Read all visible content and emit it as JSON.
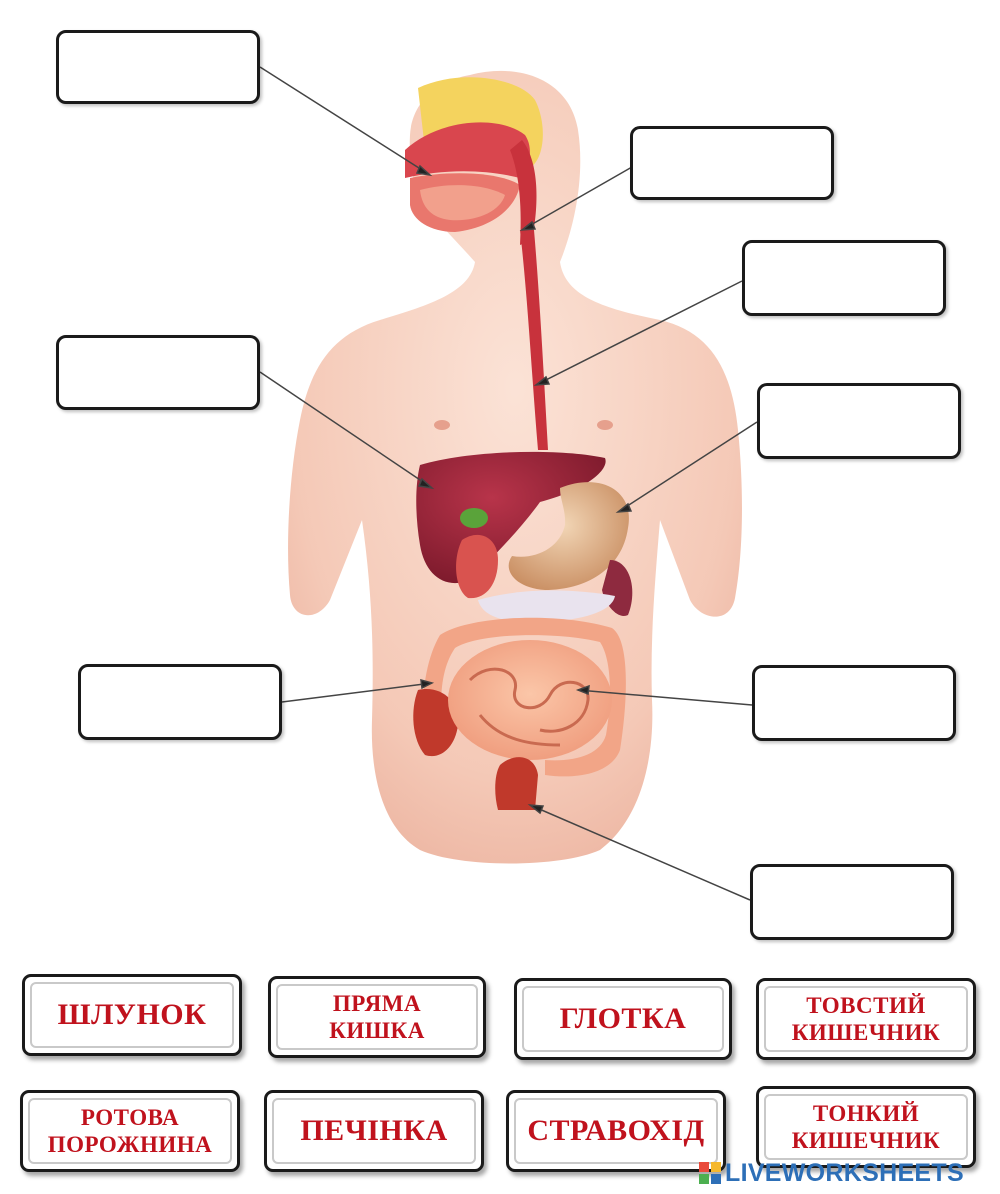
{
  "worksheet": {
    "word_cards": [
      {
        "text": "ШЛУНОК",
        "lines": [
          "ШЛУНОК"
        ]
      },
      {
        "text": "ПРЯМА КИШКА",
        "lines": [
          "ПРЯМА",
          "КИШКА"
        ]
      },
      {
        "text": "ГЛОТКА",
        "lines": [
          "ГЛОТКА"
        ]
      },
      {
        "text": "ТОВСТИЙ КИШЕЧНИК",
        "lines": [
          "ТОВСТИЙ",
          "КИШЕЧНИК"
        ]
      },
      {
        "text": "РОТОВА ПОРОЖНИНА",
        "lines": [
          "РОТОВА",
          "ПОРОЖНИНА"
        ]
      },
      {
        "text": "ПЕЧІНКА",
        "lines": [
          "ПЕЧІНКА"
        ]
      },
      {
        "text": "СТРАВОХІД",
        "lines": [
          "СТРАВОХІД"
        ]
      },
      {
        "text": "ТОНКИЙ КИШЕЧНИК",
        "lines": [
          "ТОНКИЙ",
          "КИШЕЧНИК"
        ]
      }
    ],
    "drop_box_count": 8
  },
  "brand": {
    "text": "LIVEWORKSHEETS",
    "color": "#2d6fb7"
  },
  "colors": {
    "card_text": "#c0121d",
    "skin": "#f6cdbb",
    "organ_red": "#c8323c"
  },
  "icons": [
    "liveworksheets-logo-icon"
  ]
}
